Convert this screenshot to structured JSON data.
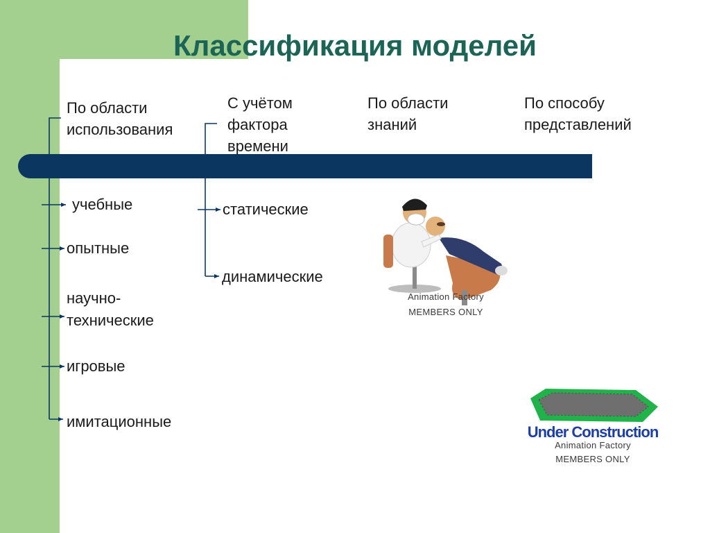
{
  "slide": {
    "title": "Классификация моделей",
    "colors": {
      "accent_green": "#a3cf8f",
      "title_teal": "#1c6556",
      "timeline_navy": "#0b3660"
    }
  },
  "columns": [
    {
      "header": "По области\nиспользования",
      "items": [
        "учебные",
        "опытные",
        "научно-\nтехнические",
        "игровые",
        "имитационные"
      ]
    },
    {
      "header": "С учётом\nфактора\nвремени",
      "items": [
        "статические",
        "динамические"
      ]
    },
    {
      "header": "По области\nзнаний",
      "items": []
    },
    {
      "header": "По способу\nпредставлений",
      "items": []
    }
  ],
  "images": {
    "dentist": {
      "caption_line1": "Animation Factory",
      "caption_line2": "MEMBERS ONLY",
      "icon": "dentist-animation"
    },
    "construction": {
      "banner": "Under Construction",
      "caption_line1": "Animation Factory",
      "caption_line2": "MEMBERS ONLY",
      "icon": "under-construction-animation"
    }
  }
}
